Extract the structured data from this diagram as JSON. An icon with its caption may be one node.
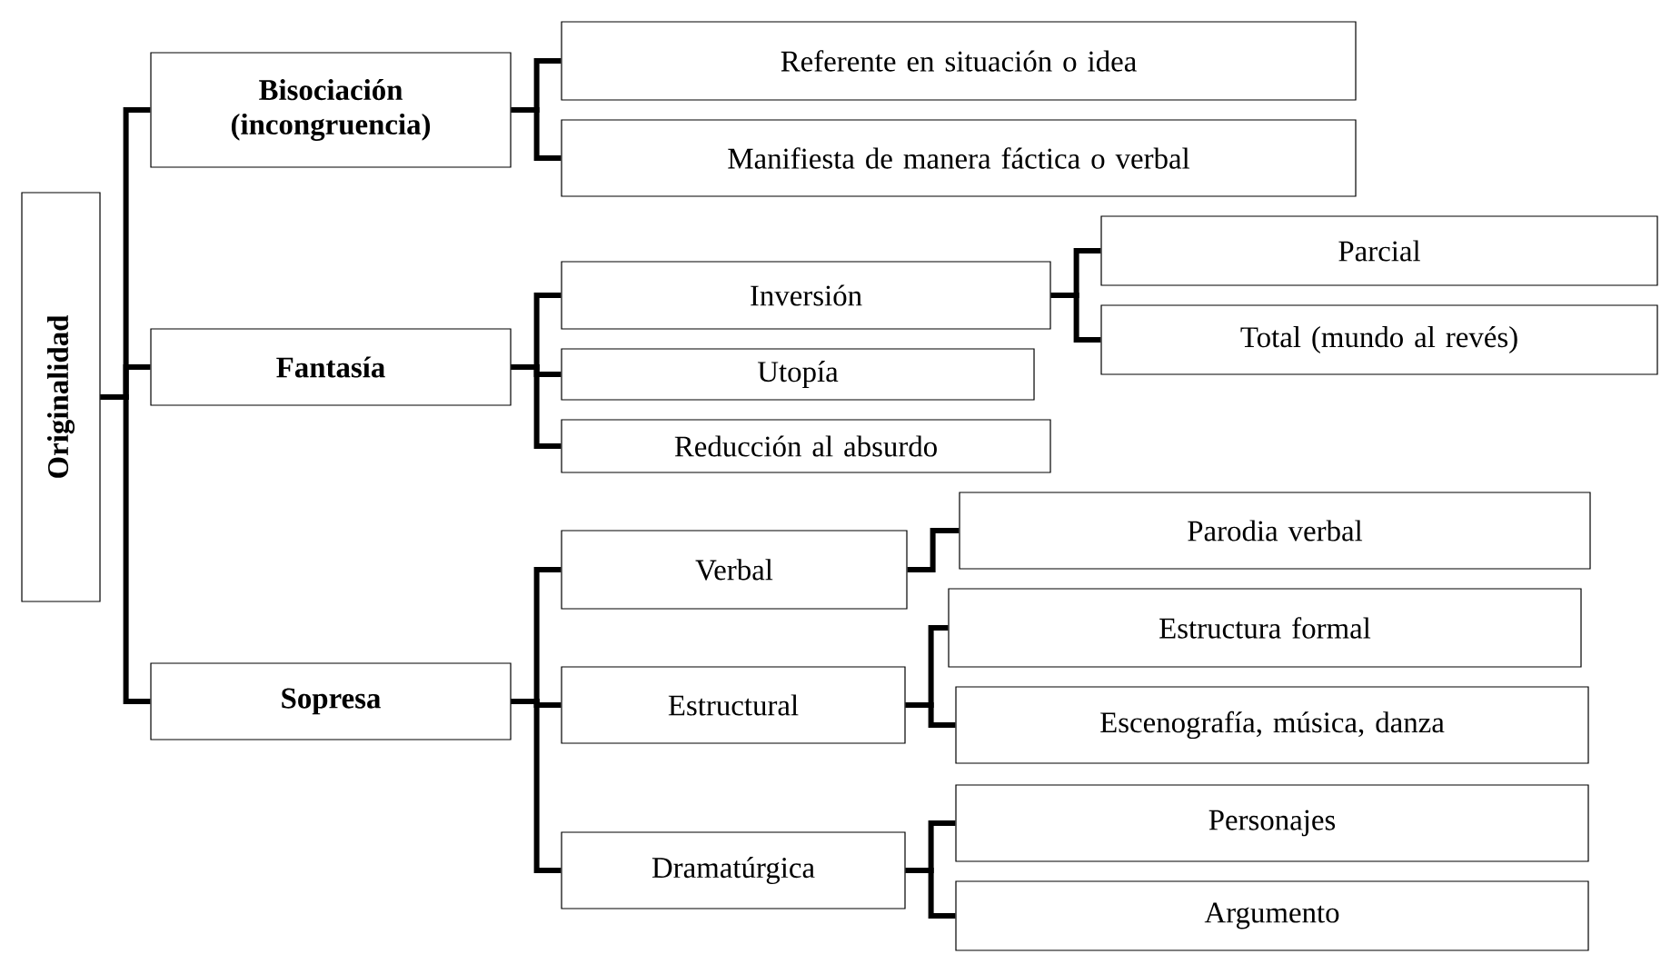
{
  "diagram": {
    "nodes": [
      {
        "text": [
          "Originalidad"
        ]
      },
      {
        "text": [
          "Bisociación (incongruencia)"
        ]
      },
      {
        "text": [
          "Fantasía"
        ]
      },
      {
        "text": [
          "Sopresa"
        ]
      },
      {
        "text": [
          "Referente en situación o idea"
        ]
      },
      {
        "text": [
          "Manifiesta de manera fáctica o verbal"
        ]
      },
      {
        "text": [
          "Inversión"
        ]
      },
      {
        "text": [
          "Utopía"
        ]
      },
      {
        "text": [
          "Reducción al absurdo"
        ]
      },
      {
        "text": [
          "Parcial"
        ]
      },
      {
        "text": [
          "Total (mundo al revés)"
        ]
      },
      {
        "text": [
          "Verbal"
        ]
      },
      {
        "text": [
          "Estructural"
        ]
      },
      {
        "text": [
          "Dramatúrgica"
        ]
      },
      {
        "text": [
          "Parodia verbal"
        ]
      },
      {
        "text": [
          "Estructura formal"
        ]
      },
      {
        "text": [
          "Escenografía, música, danza"
        ]
      },
      {
        "text": [
          "Personajes"
        ]
      },
      {
        "text": [
          "Argumento"
        ]
      }
    ],
    "edges": [
      {
        "from": 0,
        "to": 1,
        "arrow": "none"
      },
      {
        "from": 0,
        "to": 2,
        "arrow": "none"
      },
      {
        "from": 0,
        "to": 3,
        "arrow": "none"
      },
      {
        "from": 1,
        "to": 4,
        "arrow": "none"
      },
      {
        "from": 1,
        "to": 5,
        "arrow": "none"
      },
      {
        "from": 2,
        "to": 6,
        "arrow": "none"
      },
      {
        "from": 2,
        "to": 7,
        "arrow": "none"
      },
      {
        "from": 2,
        "to": 8,
        "arrow": "none"
      },
      {
        "from": 6,
        "to": 9,
        "arrow": "none"
      },
      {
        "from": 6,
        "to": 10,
        "arrow": "none"
      },
      {
        "from": 3,
        "to": 11,
        "arrow": "none"
      },
      {
        "from": 3,
        "to": 12,
        "arrow": "none"
      },
      {
        "from": 3,
        "to": 13,
        "arrow": "none"
      },
      {
        "from": 11,
        "to": 14,
        "arrow": "none"
      },
      {
        "from": 12,
        "to": 15,
        "arrow": "none"
      },
      {
        "from": 12,
        "to": 16,
        "arrow": "none"
      },
      {
        "from": 13,
        "to": 17,
        "arrow": "none"
      },
      {
        "from": 13,
        "to": 18,
        "arrow": "none"
      }
    ]
  }
}
